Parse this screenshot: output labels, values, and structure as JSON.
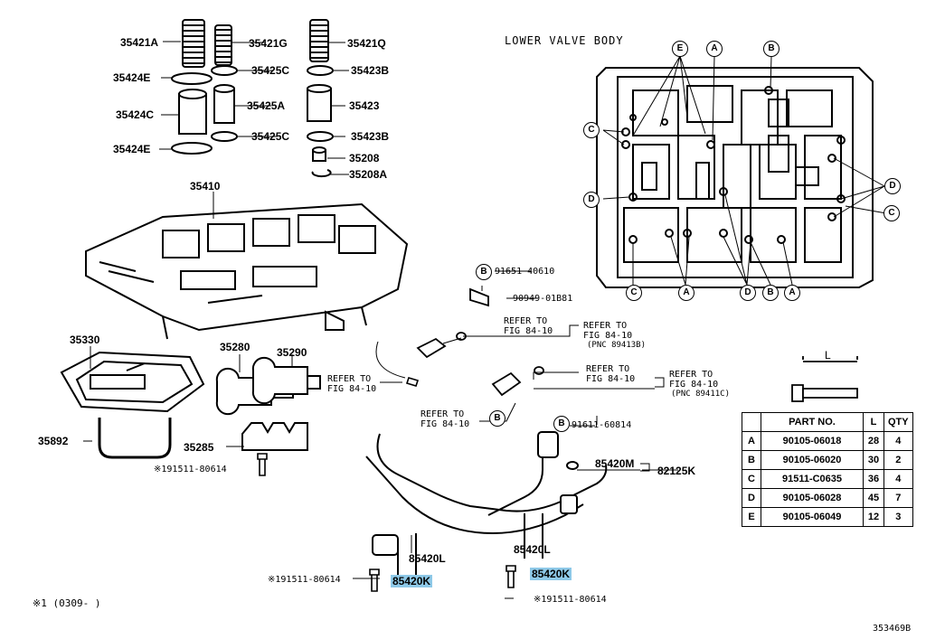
{
  "title": "LOWER VALVE BODY",
  "figure_code": "353469B",
  "footnote": "※1 (0309-      )",
  "parts": {
    "p35421a": "35421A",
    "p35421g": "35421G",
    "p35421q": "35421Q",
    "p35424e_a": "35424E",
    "p35425c_a": "35425C",
    "p35423b_a": "35423B",
    "p35424c": "35424C",
    "p35425a": "35425A",
    "p35423": "35423",
    "p35424e_b": "35424E",
    "p35425c_b": "35425C",
    "p35423b_b": "35423B",
    "p35208": "35208",
    "p35208a": "35208A",
    "p35410": "35410",
    "p35330": "35330",
    "p35280": "35280",
    "p35290": "35290",
    "p35892": "35892",
    "p35285": "35285",
    "p91511_a": "※191511-80614",
    "p91651": "91651-40610",
    "p90949": "90949-01B81",
    "p91611": "91611-60814",
    "p85420m": "85420M",
    "p82125k": "82125K",
    "p85420l_a": "85420L",
    "p85420l_b": "85420L",
    "p85420k_a": "85420K",
    "p85420k_b": "85420K",
    "p91511_b": "※191511-80614",
    "p91511_c": "※191511-80614"
  },
  "refers": {
    "r1a": "REFER TO",
    "r1b": "FIG 84-10",
    "r2a": "REFER TO",
    "r2b": "FIG 84-10",
    "r2c": "(PNC 89413B)",
    "r3a": "REFER TO",
    "r3b": "FIG 84-10",
    "r4a": "REFER TO",
    "r4b": "FIG 84-10",
    "r5a": "REFER TO",
    "r5b": "FIG 84-10",
    "r5c": "(PNC 89411C)",
    "r6a": "REFER TO",
    "r6b": "FIG 84-10"
  },
  "callouts": {
    "top": [
      "E",
      "A",
      "B"
    ],
    "left": [
      "C",
      "D"
    ],
    "right": [
      "D",
      "C"
    ],
    "bottom": [
      "C",
      "A",
      "D",
      "B",
      "A"
    ],
    "b1": "B",
    "b2": "B",
    "b3": "B"
  },
  "length_label": "L",
  "table": {
    "headers": [
      "",
      "PART NO.",
      "L",
      "QTY"
    ],
    "rows": [
      [
        "A",
        "90105-06018",
        "28",
        "4"
      ],
      [
        "B",
        "90105-06020",
        "30",
        "2"
      ],
      [
        "C",
        "91511-C0635",
        "36",
        "4"
      ],
      [
        "D",
        "90105-06028",
        "45",
        "7"
      ],
      [
        "E",
        "90105-06049",
        "12",
        "3"
      ]
    ]
  }
}
